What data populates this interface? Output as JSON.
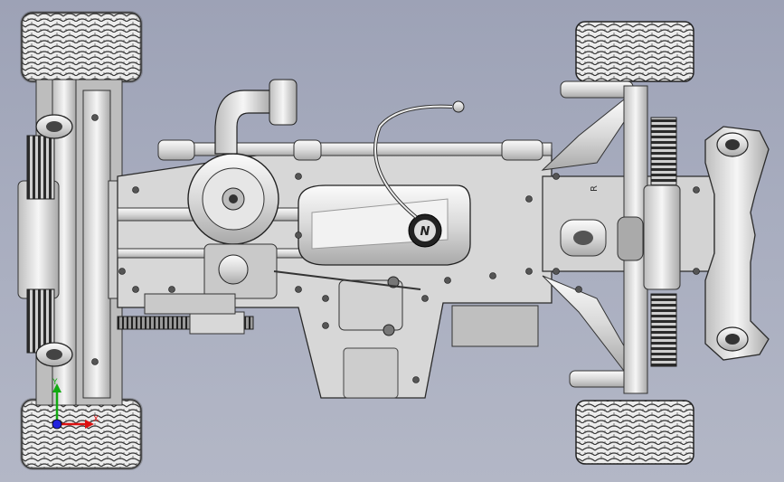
{
  "viewport": {
    "background_top": "#9da2b6",
    "background_bottom": "#b3b7c6"
  },
  "model": {
    "metal_light": "#f4f4f4",
    "metal_mid": "#d6d6d6",
    "metal_dark": "#7a7a7a",
    "edge_color": "#2a2a2a",
    "tire_color": "#e8e8e8"
  },
  "triad": {
    "y_label": "Y",
    "x_label": "X",
    "y_color": "#11aa11",
    "x_color": "#dd1111",
    "z_color": "#2222dd"
  },
  "fuel_tank": {
    "cap_mark": "N"
  },
  "rear_arm_mark": "R"
}
